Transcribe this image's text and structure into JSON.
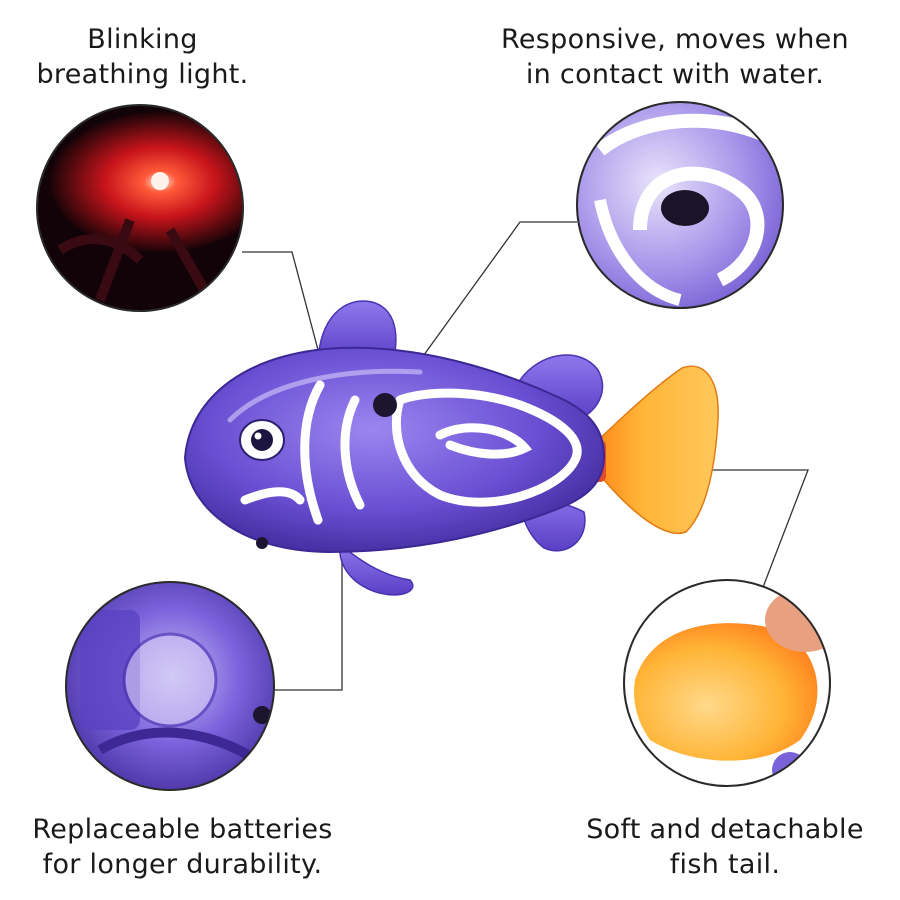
{
  "captions": {
    "light": {
      "line1": "Blinking",
      "line2": "breathing light."
    },
    "water": {
      "line1": "Responsive, moves when",
      "line2": "in contact with water."
    },
    "battery": {
      "line1": "Replaceable batteries",
      "line2": "for longer durability."
    },
    "tail": {
      "line1": "Soft and detachable",
      "line2": "fish tail."
    }
  },
  "colors": {
    "body_purple": "#6a4fd3",
    "tail_orange": "#ffb436",
    "led_red": "#ff2a2a",
    "stripe_white": "#ffffff",
    "text": "#1a1a1a"
  }
}
